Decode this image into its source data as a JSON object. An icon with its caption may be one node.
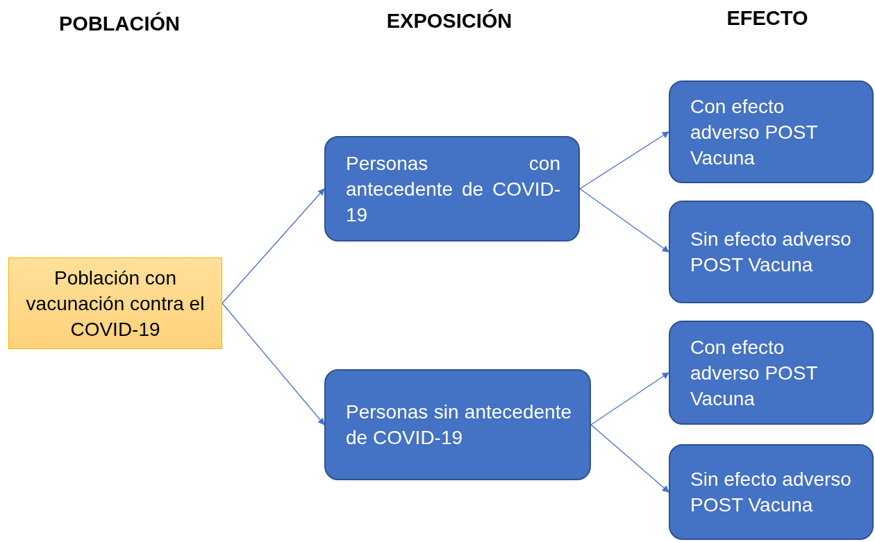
{
  "diagram": {
    "nodes": [
      {
        "text": [
          "Población con vacunación contra el COVID-19"
        ]
      },
      {
        "text": [
          "Personas con antecedente de COVID-19"
        ]
      },
      {
        "text": [
          "Personas sin antecedente de COVID-19"
        ]
      },
      {
        "text": [
          "Con efecto adverso POST Vacuna"
        ]
      },
      {
        "text": [
          "Sin efecto adverso POST Vacuna"
        ]
      },
      {
        "text": [
          "Con efecto adverso POST Vacuna"
        ]
      },
      {
        "text": [
          "Sin efecto adverso POST Vacuna"
        ]
      }
    ],
    "edges": [
      {
        "from": 0,
        "to": 1,
        "arrow": "to"
      },
      {
        "from": 0,
        "to": 2,
        "arrow": "to"
      },
      {
        "from": 1,
        "to": 3,
        "arrow": "to"
      },
      {
        "from": 1,
        "to": 4,
        "arrow": "to"
      },
      {
        "from": 2,
        "to": 5,
        "arrow": "to"
      },
      {
        "from": 2,
        "to": 6,
        "arrow": "to"
      }
    ],
    "labels": [
      "POBLACIÓN",
      "EXPOSICIÓN",
      "EFECTO"
    ]
  }
}
